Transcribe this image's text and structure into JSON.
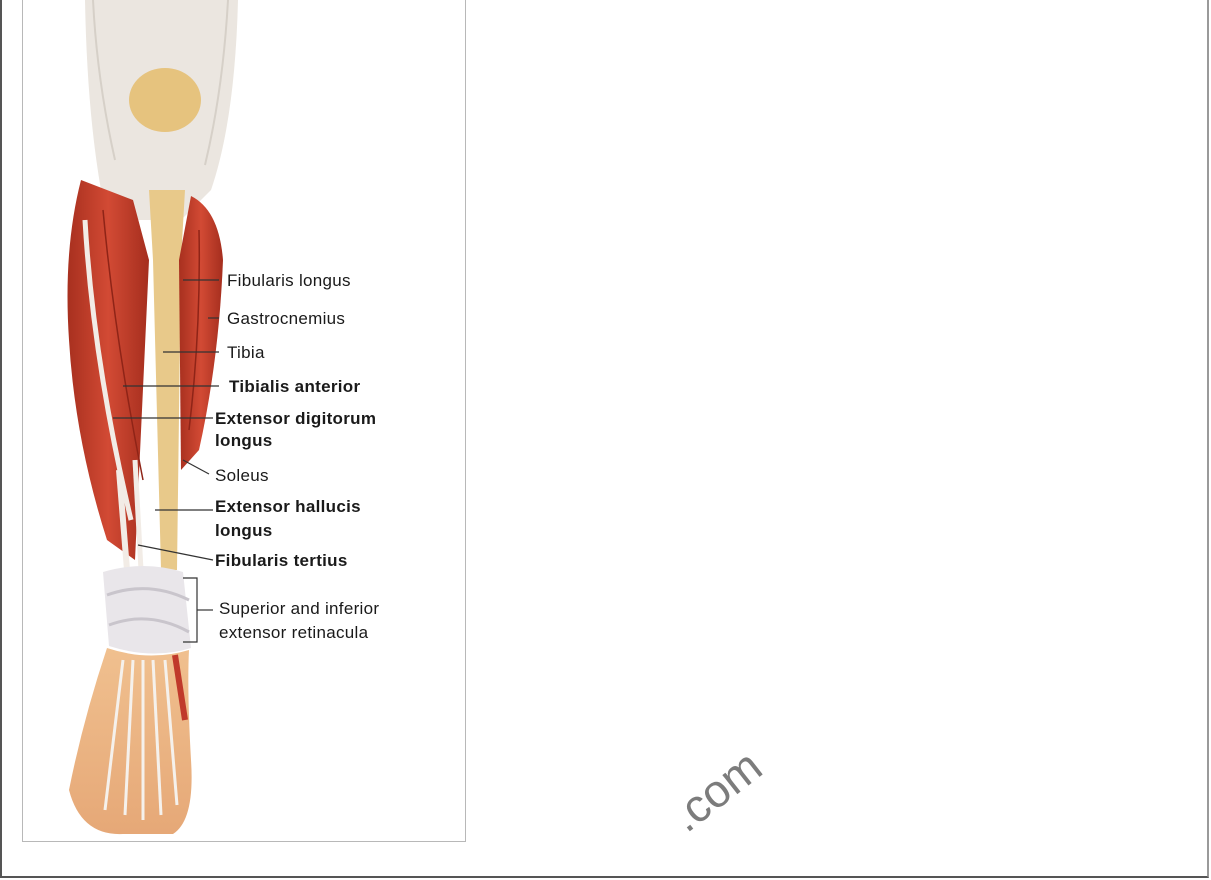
{
  "diagram": {
    "labels": [
      {
        "text": "Fibularis longus",
        "weight": "normal"
      },
      {
        "text": "Gastrocnemius",
        "weight": "normal"
      },
      {
        "text": "Tibia",
        "weight": "normal"
      },
      {
        "text": "Tibialis anterior",
        "weight": "bold"
      },
      {
        "text": "Extensor digitorum",
        "weight": "bold"
      },
      {
        "text": "longus",
        "weight": "bold"
      },
      {
        "text": "Soleus",
        "weight": "normal"
      },
      {
        "text": "Extensor hallucis",
        "weight": "bold"
      },
      {
        "text": "longus",
        "weight": "bold"
      },
      {
        "text": "Fibularis tertius",
        "weight": "bold"
      },
      {
        "text": "Superior and inferior",
        "weight": "normal"
      },
      {
        "text": "extensor retinacula",
        "weight": "normal"
      }
    ]
  },
  "watermark": {
    "text": ".com"
  },
  "colors": {
    "muscle": "#c8402e",
    "muscle_dark": "#8f2417",
    "tendon": "#e9e4dc",
    "bone": "#e8c98a",
    "skin": "#eeb889"
  }
}
